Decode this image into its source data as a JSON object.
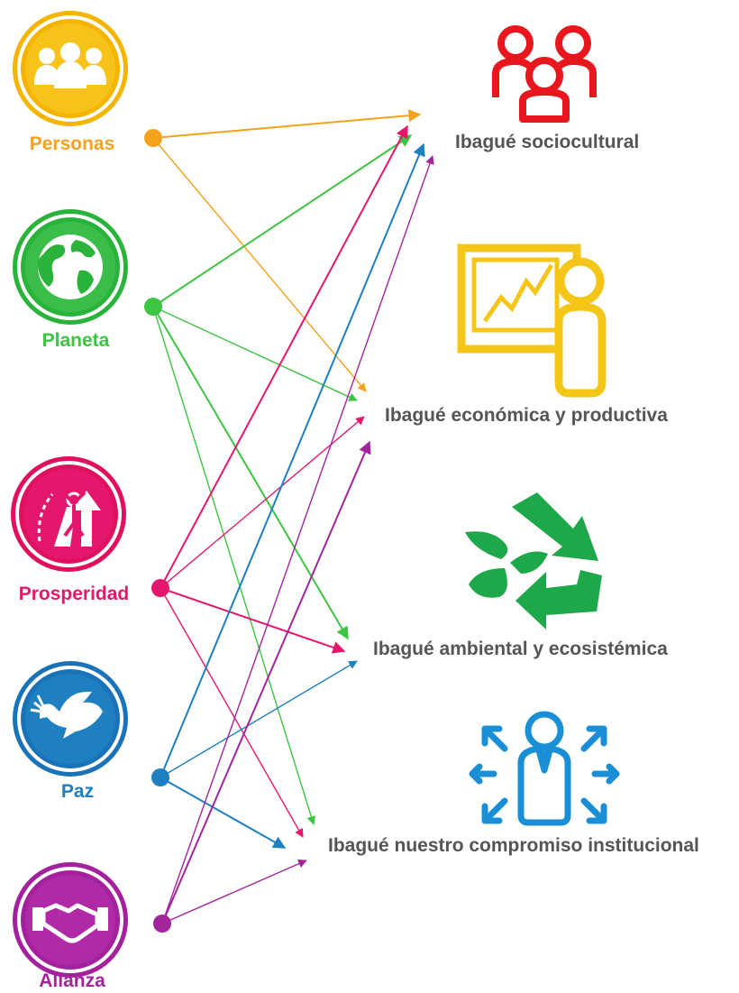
{
  "sources": [
    {
      "id": "personas",
      "label": "Personas",
      "color": "#F4A21C",
      "icon": "people-group-icon"
    },
    {
      "id": "planeta",
      "label": "Planeta",
      "color": "#3CC443",
      "icon": "globe-icon"
    },
    {
      "id": "prosperidad",
      "label": "Prosperidad",
      "color": "#E5176D",
      "icon": "person-rising-arrow-icon"
    },
    {
      "id": "paz",
      "label": "Paz",
      "color": "#1E7FC1",
      "icon": "dove-icon"
    },
    {
      "id": "alianza",
      "label": "Alianza",
      "color": "#A3259C",
      "icon": "handshake-icon"
    }
  ],
  "targets": [
    {
      "id": "sociocultural",
      "label": "Ibagué sociocultural",
      "color": "#E8171E",
      "icon": "people-outline-icon"
    },
    {
      "id": "economica",
      "label": "Ibagué económica y productiva",
      "color": "#F5C518",
      "icon": "presenter-chart-icon"
    },
    {
      "id": "ambiental",
      "label": "Ibagué ambiental y ecosistémica",
      "color": "#1FA84A",
      "icon": "recycle-leaf-icon"
    },
    {
      "id": "institucional",
      "label": "Ibagué nuestro compromiso institucional",
      "color": "#1B8FD6",
      "icon": "person-expanding-arrows-icon"
    }
  ],
  "links": [
    {
      "from": "personas",
      "to": "sociocultural"
    },
    {
      "from": "personas",
      "to": "economica"
    },
    {
      "from": "planeta",
      "to": "sociocultural"
    },
    {
      "from": "planeta",
      "to": "economica"
    },
    {
      "from": "planeta",
      "to": "ambiental"
    },
    {
      "from": "planeta",
      "to": "institucional"
    },
    {
      "from": "prosperidad",
      "to": "sociocultural"
    },
    {
      "from": "prosperidad",
      "to": "economica"
    },
    {
      "from": "prosperidad",
      "to": "ambiental"
    },
    {
      "from": "prosperidad",
      "to": "institucional"
    },
    {
      "from": "paz",
      "to": "sociocultural"
    },
    {
      "from": "paz",
      "to": "ambiental"
    },
    {
      "from": "paz",
      "to": "institucional"
    },
    {
      "from": "alianza",
      "to": "sociocultural"
    },
    {
      "from": "alianza",
      "to": "economica"
    },
    {
      "from": "alianza",
      "to": "institucional"
    }
  ]
}
